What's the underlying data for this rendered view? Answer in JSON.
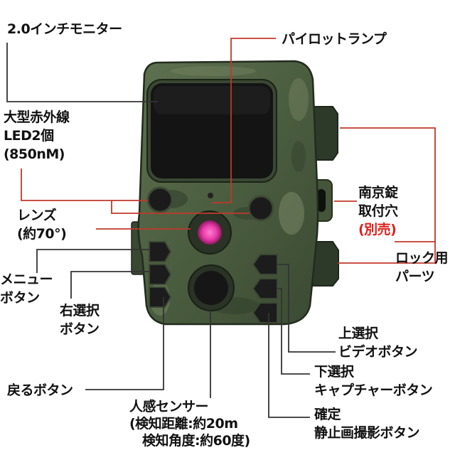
{
  "labels": {
    "monitor": "2.0インチモニター",
    "pilot_lamp": "パイロットランプ",
    "ir_led": [
      "大型赤外線",
      "LED2個",
      "(850nM)"
    ],
    "lock_hole": [
      "南京錠",
      "取付穴"
    ],
    "lock_hole_note": "(別売)",
    "lens": [
      "レンズ",
      "(約70°)"
    ],
    "lock_parts": [
      "ロック用",
      "パーツ"
    ],
    "menu_button": [
      "メニュー",
      "ボタン"
    ],
    "right_button": [
      "右選択",
      "ボタン"
    ],
    "up_button": [
      "上選択",
      "ビデオボタン"
    ],
    "back_button": "戻るボタン",
    "down_button": [
      "下選択",
      "キャプチャーボタン"
    ],
    "sensor": [
      "人感センサー",
      "(検知距離:約20m",
      "検知角度:約60度)"
    ],
    "ok_button": [
      "確定",
      "静止画撮影ボタン"
    ]
  },
  "colors": {
    "camo_base": "#4f6142",
    "camo_dark": "#2f3d2a",
    "camo_light": "#7d8c6a",
    "screen": "#141414",
    "lens_magenta": "#e83aa8",
    "leader_red": "#c0392b",
    "leader_dark": "#333333",
    "note_red": "#e0201b"
  }
}
